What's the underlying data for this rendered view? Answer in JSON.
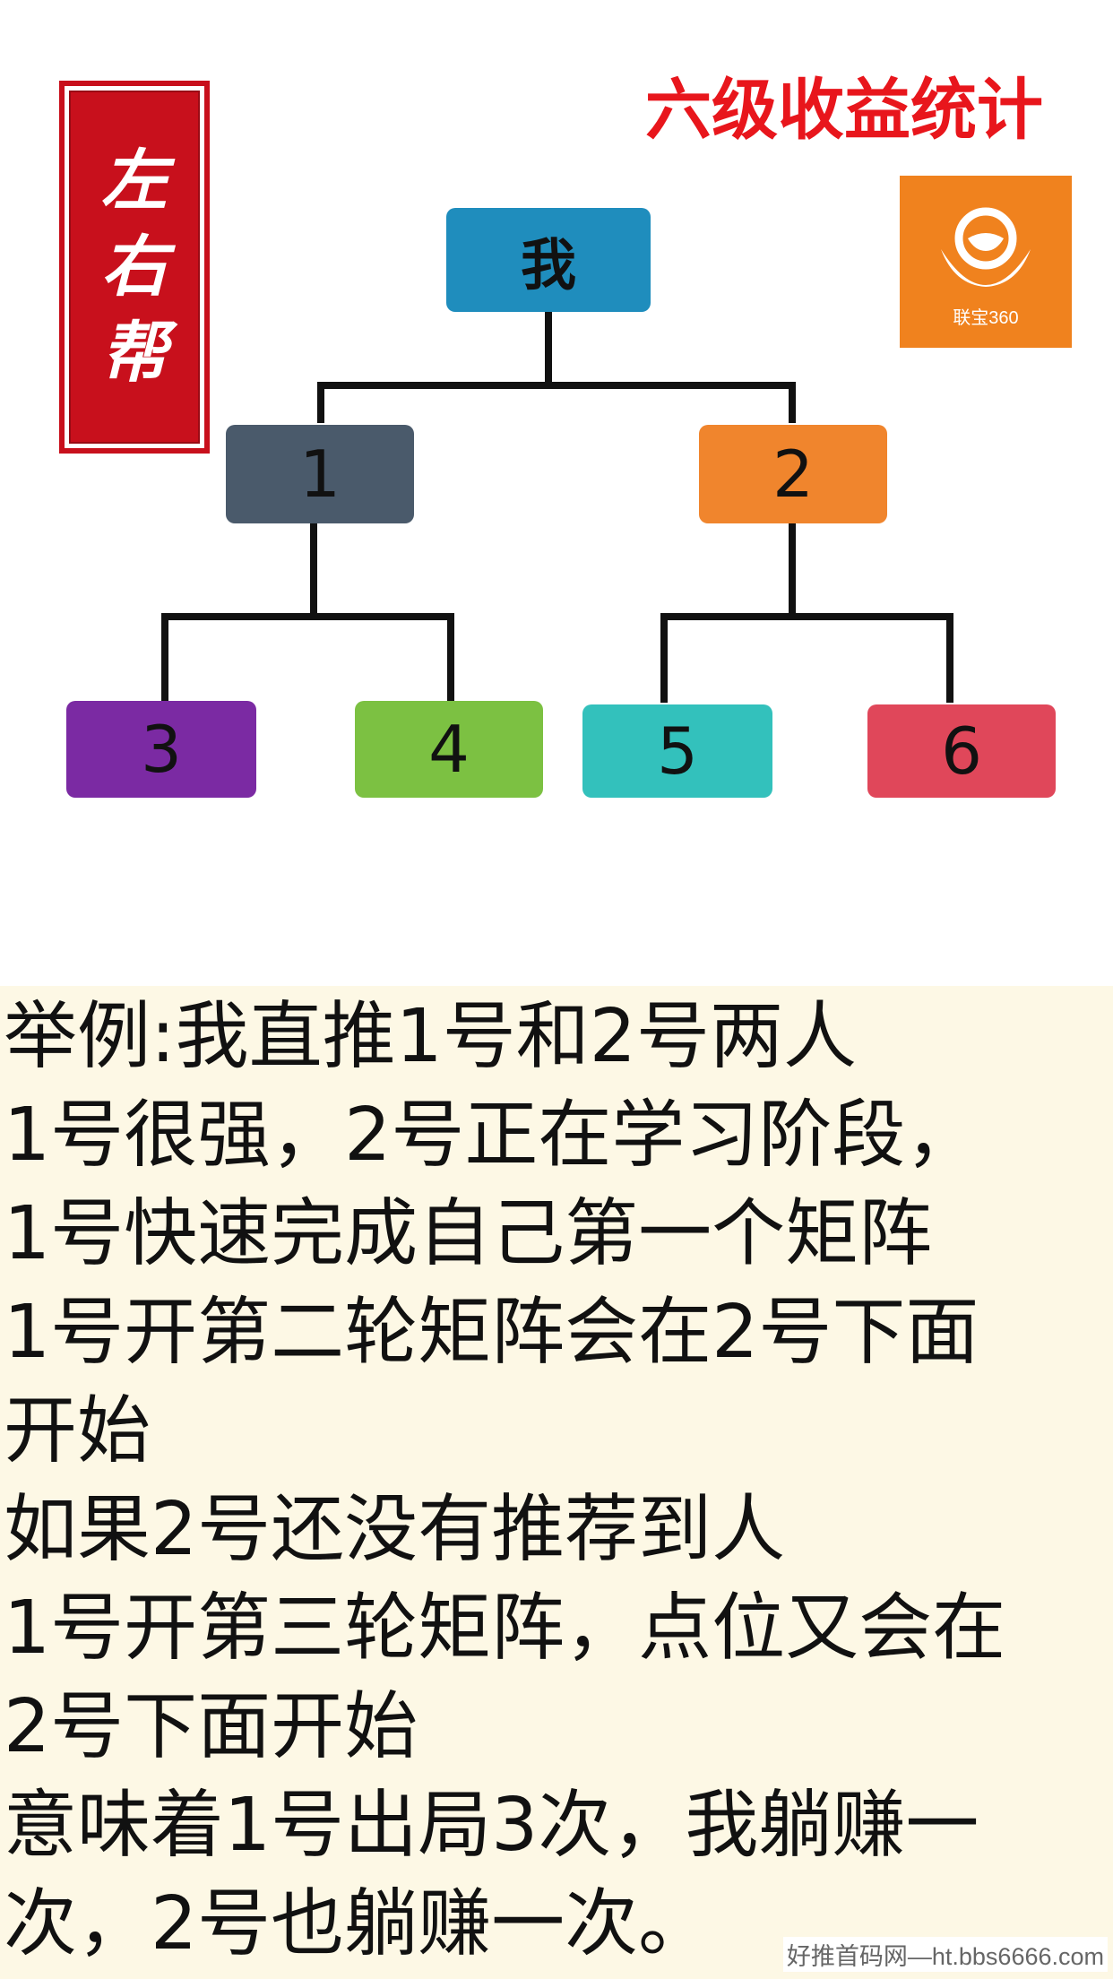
{
  "stamp": {
    "chars": [
      "左",
      "右",
      "帮"
    ]
  },
  "title": "六级收益统计",
  "logo": {
    "text": "联宝360",
    "color": "#f0821e"
  },
  "tree": {
    "root": {
      "label": "我",
      "color": "#1f8dbd"
    },
    "level1": [
      {
        "label": "1",
        "color": "#4a5a6b"
      },
      {
        "label": "2",
        "color": "#f0852d"
      }
    ],
    "level2": [
      {
        "label": "3",
        "color": "#7b2aa3"
      },
      {
        "label": "4",
        "color": "#7cc142"
      },
      {
        "label": "5",
        "color": "#33c1bc"
      },
      {
        "label": "6",
        "color": "#e0475a"
      }
    ]
  },
  "explanation": [
    "举例:我直推1号和2号两人",
    "1号很强，2号正在学习阶段，",
    "1号快速完成自己第一个矩阵",
    "1号开第二轮矩阵会在2号下面",
    "开始",
    "如果2号还没有推荐到人",
    "1号开第三轮矩阵，点位又会在",
    "2号下面开始",
    "意味着1号出局3次，我躺赚一",
    "次，2号也躺赚一次。"
  ],
  "watermark": "好推首码网—ht.bbs6666.com"
}
